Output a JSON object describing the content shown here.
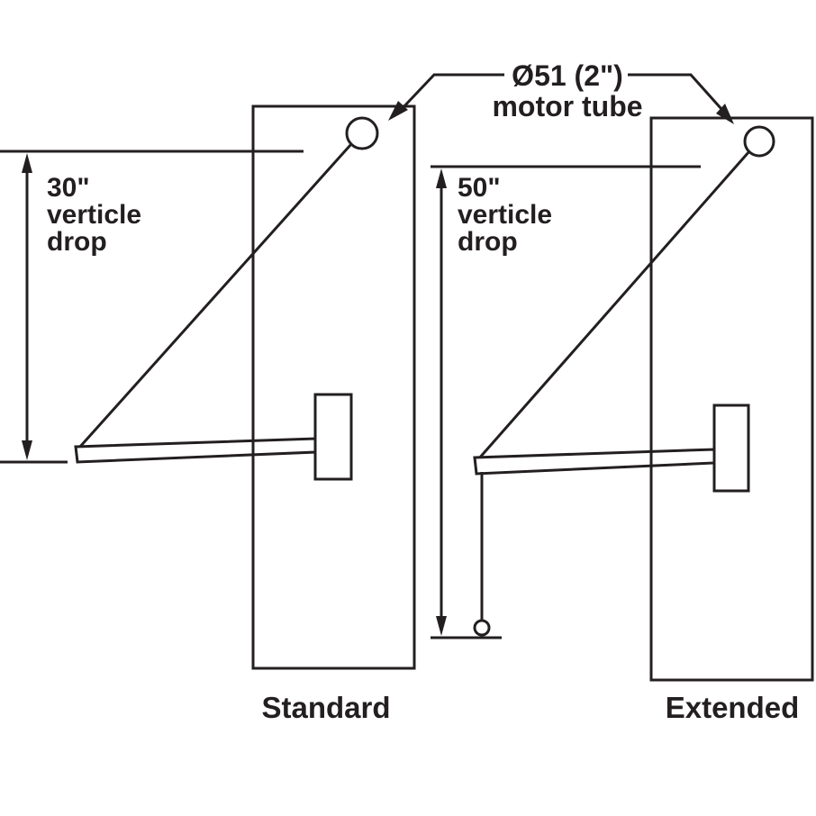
{
  "callout": {
    "line1": "Ø51 (2\")",
    "line2": "motor tube"
  },
  "standard": {
    "dim": {
      "value": "30\"",
      "unit_word1": "verticle",
      "unit_word2": "drop"
    },
    "label": "Standard"
  },
  "extended": {
    "dim": {
      "value": "50\"",
      "unit_word1": "verticle",
      "unit_word2": "drop"
    },
    "label": "Extended"
  },
  "colors": {
    "ink": "#231f20",
    "background": "#ffffff"
  }
}
